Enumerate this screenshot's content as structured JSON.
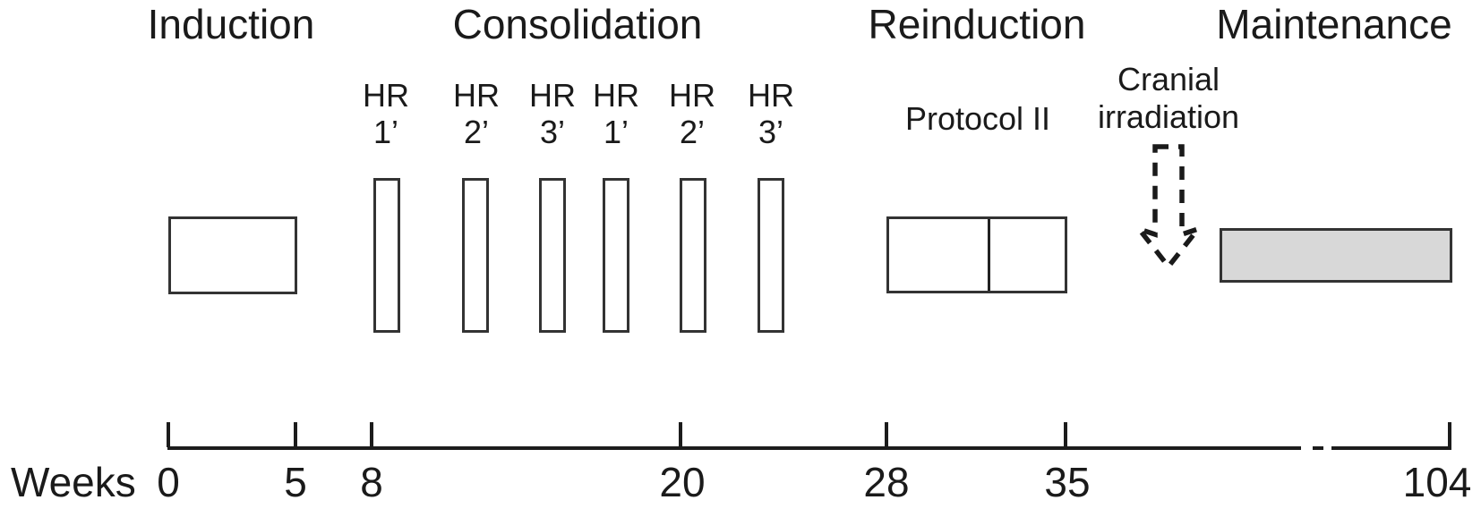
{
  "phases": [
    {
      "label": "Induction"
    },
    {
      "label": "Consolidation"
    },
    {
      "label": "Reinduction"
    },
    {
      "label": "Maintenance"
    }
  ],
  "consolidation_courses": [
    {
      "line1": "HR",
      "line2": "1’"
    },
    {
      "line1": "HR",
      "line2": "2’"
    },
    {
      "line1": "HR",
      "line2": "3’"
    },
    {
      "line1": "HR",
      "line2": "1’"
    },
    {
      "line1": "HR",
      "line2": "2’"
    },
    {
      "line1": "HR",
      "line2": "3’"
    }
  ],
  "reinduction": {
    "label": "Protocol II"
  },
  "cranial_irradiation": {
    "line1": "Cranial",
    "line2": "irradiation"
  },
  "timeline": {
    "axis_label": "Weeks",
    "ticks": [
      {
        "week": "0"
      },
      {
        "week": "5"
      },
      {
        "week": "8"
      },
      {
        "week": "20"
      },
      {
        "week": "28"
      },
      {
        "week": "35"
      },
      {
        "week": "104"
      }
    ],
    "axis_break_between": [
      "35",
      "104"
    ]
  },
  "colors": {
    "maintenance_fill": "#d8d8d8",
    "outline": "#333333",
    "line": "#1c1c1c",
    "text": "#1a1a1a"
  }
}
